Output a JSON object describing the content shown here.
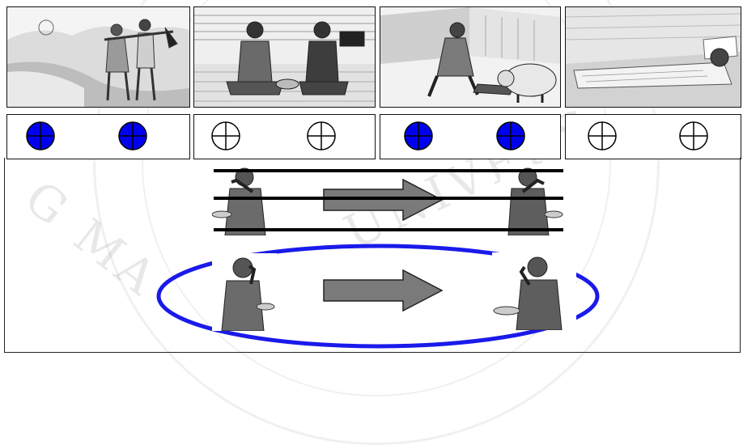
{
  "colors": {
    "filled_circle": "#0000f0",
    "empty_circle": "#ffffff",
    "ellipse": "#1a1aea",
    "arrow": "#7a7a7a",
    "line": "#000000"
  },
  "watermark": {
    "left_text": "G MA",
    "right_text": "UNIVERS"
  },
  "panels": [
    {
      "scene": "walking-to-farm"
    },
    {
      "scene": "eating-together"
    },
    {
      "scene": "feeding-pig"
    },
    {
      "scene": "sleeping"
    }
  ],
  "circle_groups": [
    {
      "filled": true
    },
    {
      "filled": false
    },
    {
      "filled": true
    },
    {
      "filled": false
    }
  ],
  "flows": [
    {
      "crossed_out": true,
      "circled": false
    },
    {
      "crossed_out": false,
      "circled": true
    }
  ]
}
